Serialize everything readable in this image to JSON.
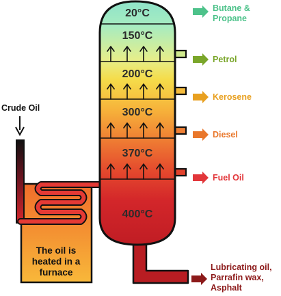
{
  "diagram": {
    "crude_label": "Crude Oil",
    "furnace_text": [
      "The oil is",
      "heated in a",
      "furnace"
    ],
    "temperatures": [
      "20°C",
      "150°C",
      "200°C",
      "300°C",
      "370°C",
      "400°C"
    ],
    "products": [
      {
        "lines": [
          "Butane &",
          "Propane"
        ],
        "color": "#4dc28a"
      },
      {
        "lines": [
          "Petrol"
        ],
        "color": "#7aa62a"
      },
      {
        "lines": [
          "Kerosene"
        ],
        "color": "#e8a020"
      },
      {
        "lines": [
          "Diesel"
        ],
        "color": "#e9772b"
      },
      {
        "lines": [
          "Fuel Oil"
        ],
        "color": "#e2363a"
      },
      {
        "lines": [
          "Lubricating oil,",
          "Parrafin wax,",
          "Asphalt"
        ],
        "color": "#8c1a1a"
      }
    ]
  }
}
